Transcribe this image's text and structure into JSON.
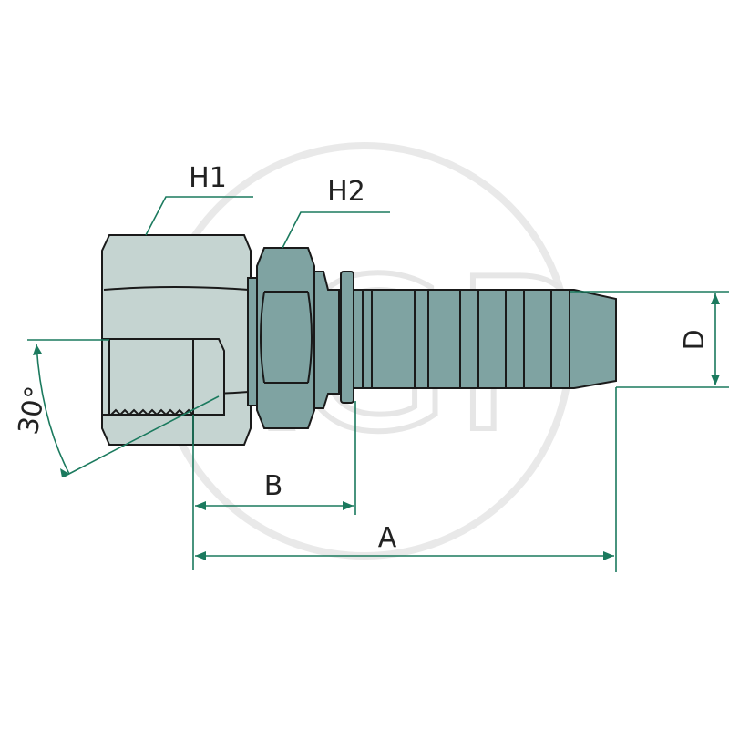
{
  "labels": {
    "h1": "H1",
    "h2": "H2",
    "d": "D",
    "b": "B",
    "a": "A",
    "angle": "30°"
  },
  "watermark": "AGP",
  "colors": {
    "nut_light": "#c5d4d1",
    "body_dark": "#7fa3a2",
    "dimension": "#1b7a5e",
    "outline": "#1a1a1a"
  }
}
